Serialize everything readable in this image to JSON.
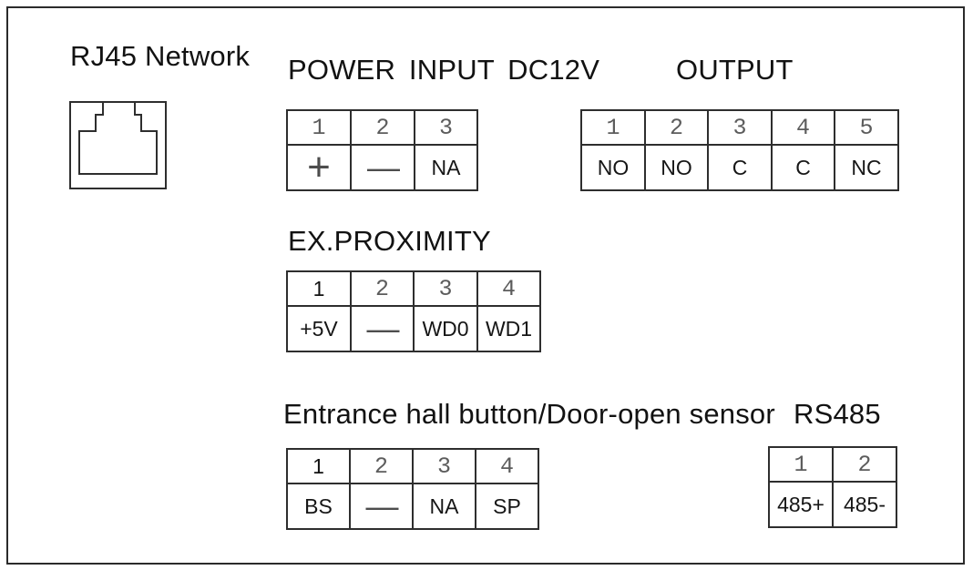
{
  "colors": {
    "background": "#ffffff",
    "line": "#2b2b2b",
    "table_border": "#2e2e2e",
    "label_text": "#121212",
    "cad_digit": "#5c5c5c"
  },
  "icons": {
    "rj45": "rj45-jack-icon"
  },
  "rj45": {
    "title": "RJ45 Network"
  },
  "sections": {
    "power": {
      "title": "POWER INPUT DC12V",
      "headers": [
        "1",
        "2",
        "3"
      ],
      "values": [
        "+",
        "—",
        "NA"
      ]
    },
    "output": {
      "title": "OUTPUT",
      "headers": [
        "1",
        "2",
        "3",
        "4",
        "5"
      ],
      "values": [
        "NO",
        "NO",
        "C",
        "C",
        "NC"
      ]
    },
    "proximity": {
      "title": "EX.PROXIMITY",
      "headers": [
        "1",
        "2",
        "3",
        "4"
      ],
      "values": [
        "+5V",
        "—",
        "WD0",
        "WD1"
      ]
    },
    "entrance": {
      "title": "Entrance hall button/Door-open sensor",
      "headers": [
        "1",
        "2",
        "3",
        "4"
      ],
      "values": [
        "BS",
        "—",
        "NA",
        "SP"
      ]
    },
    "rs485": {
      "title": "RS485",
      "headers": [
        "1",
        "2"
      ],
      "values": [
        "485+",
        "485-"
      ]
    }
  }
}
